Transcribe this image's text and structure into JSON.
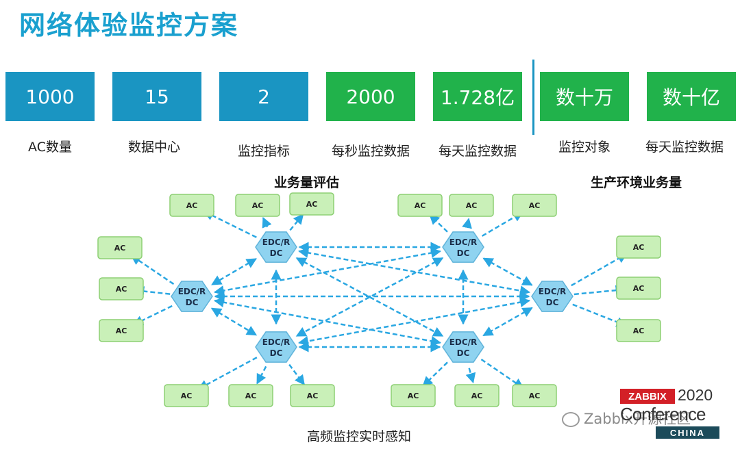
{
  "title": "网络体验监控方案",
  "stats": [
    {
      "value": "1000",
      "label": "AC数量",
      "color": "#1a95c2"
    },
    {
      "value": "15",
      "label": "数据中心",
      "color": "#1a95c2"
    },
    {
      "value": "2",
      "label": "监控指标",
      "color": "#1a95c2"
    },
    {
      "value": "2000",
      "label": "每秒监控数据",
      "color": "#21b24b"
    },
    {
      "value": "1.728亿",
      "label": "每天监控数据",
      "color": "#21b24b"
    },
    {
      "value": "数十万",
      "label": "监控对象",
      "color": "#21b24b"
    },
    {
      "value": "数十亿",
      "label": "每天监控数据",
      "color": "#21b24b"
    }
  ],
  "diagram": {
    "left_label": "业务量评估",
    "right_label": "生产环境业务量",
    "node_ac_label": "AC",
    "node_dc_line1": "EDC/R",
    "node_dc_line2": "DC",
    "caption": "高频监控实时感知",
    "colors": {
      "ac_fill": "#c9f0b8",
      "ac_stroke": "#8dcf74",
      "dc_fill": "#8fd3f0",
      "dc_stroke": "#5fb3da",
      "arrow": "#2aa7e2"
    }
  },
  "logo": {
    "brand": "ZABBIX",
    "year": "2020",
    "conference": "Conference",
    "region": "CHINA"
  },
  "watermark": "Zabbix开源社区"
}
